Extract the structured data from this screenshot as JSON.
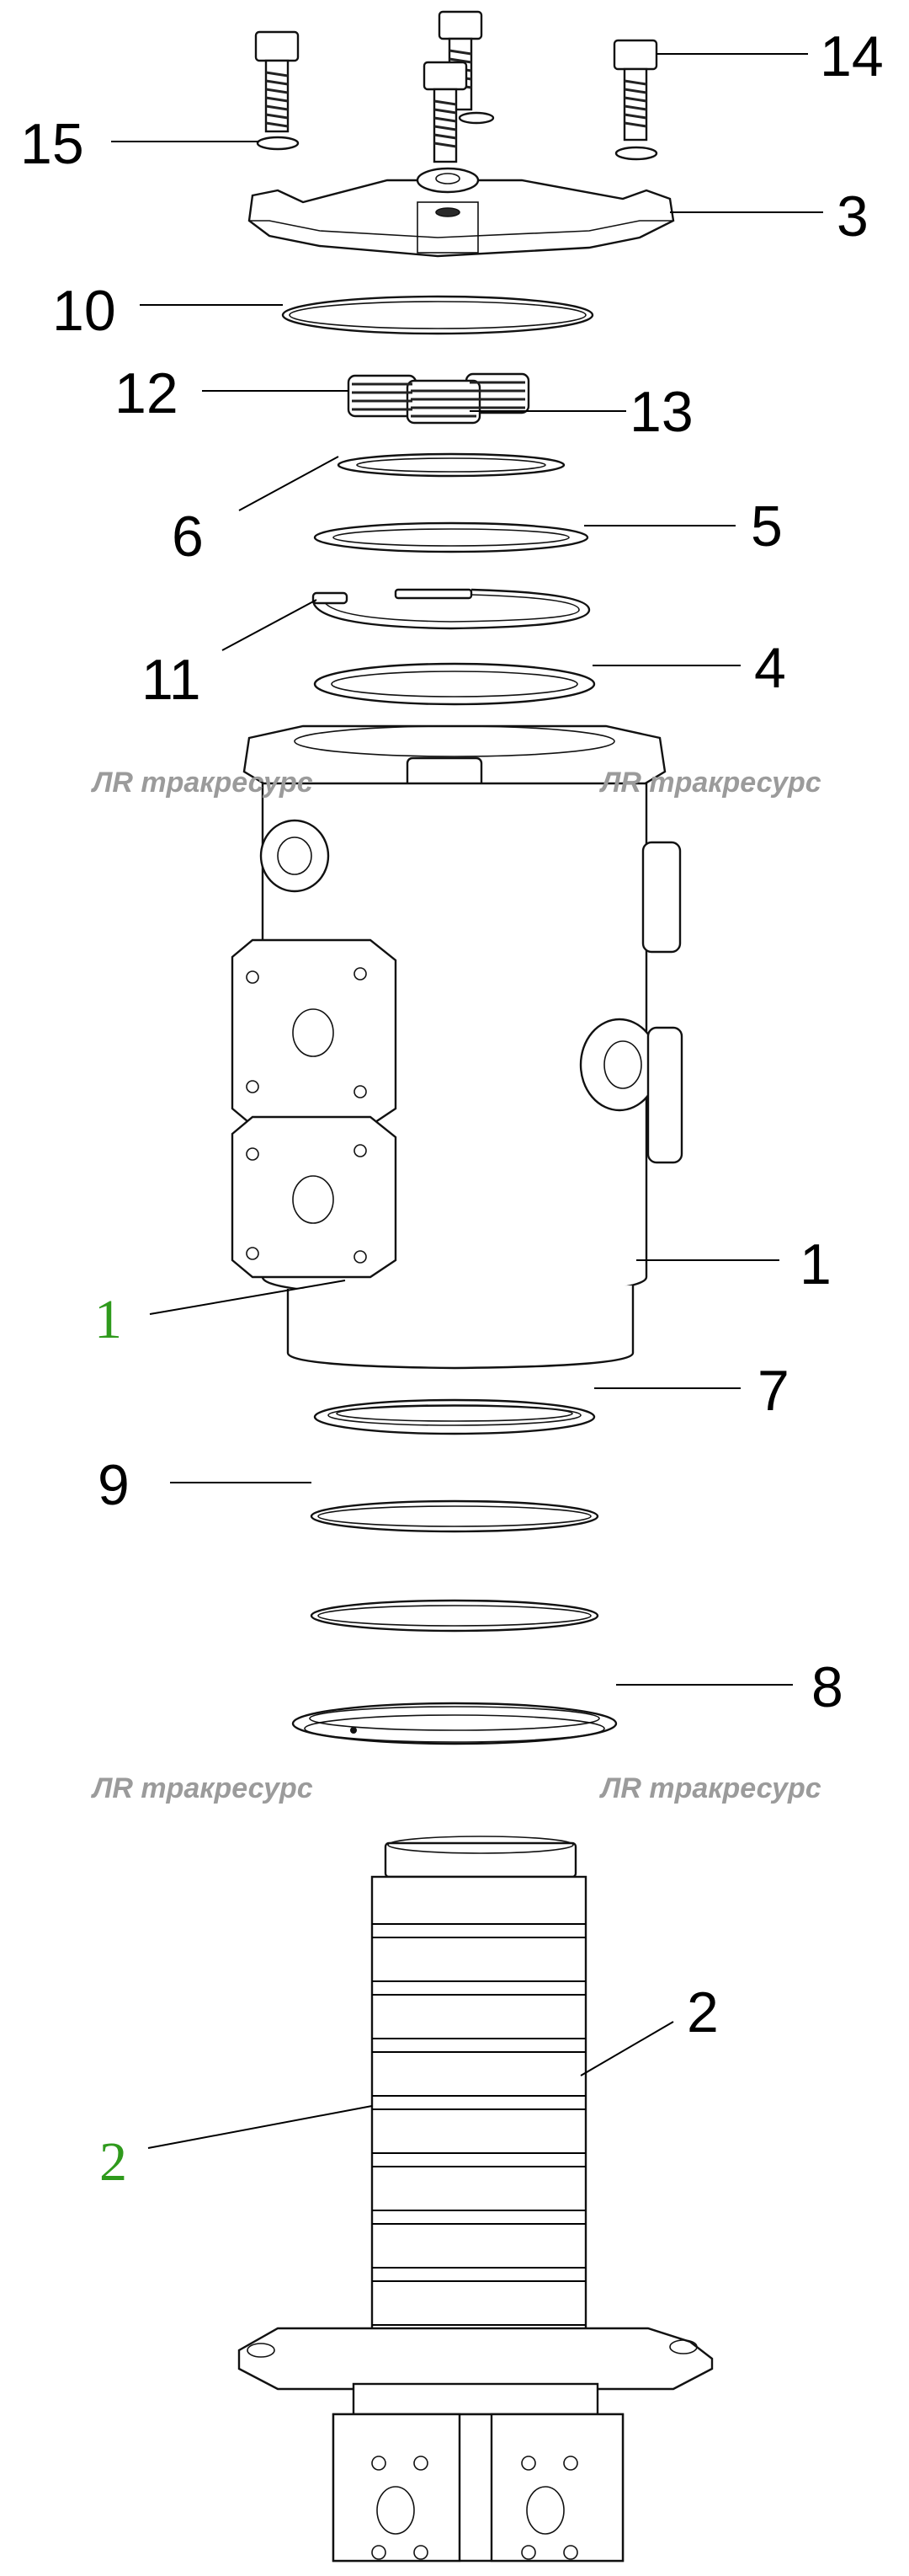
{
  "callouts": [
    {
      "id": "c14",
      "label": "14"
    },
    {
      "id": "c15",
      "label": "15"
    },
    {
      "id": "c3",
      "label": "3"
    },
    {
      "id": "c10",
      "label": "10"
    },
    {
      "id": "c12",
      "label": "12"
    },
    {
      "id": "c13",
      "label": "13"
    },
    {
      "id": "c6",
      "label": "6"
    },
    {
      "id": "c5",
      "label": "5"
    },
    {
      "id": "c11",
      "label": "11"
    },
    {
      "id": "c4",
      "label": "4"
    },
    {
      "id": "c1",
      "label": "1"
    },
    {
      "id": "c7",
      "label": "7"
    },
    {
      "id": "c9",
      "label": "9"
    },
    {
      "id": "c8",
      "label": "8"
    },
    {
      "id": "c2",
      "label": "2"
    }
  ],
  "hotspots": [
    {
      "id": "h1",
      "label": "1"
    },
    {
      "id": "h2",
      "label": "2"
    }
  ],
  "watermark": {
    "mark": "ЛR",
    "text": "тракресурс"
  },
  "colors": {
    "hotspot": "#2f9a1c",
    "watermark": "#9b9b9b",
    "line": "#000000"
  }
}
